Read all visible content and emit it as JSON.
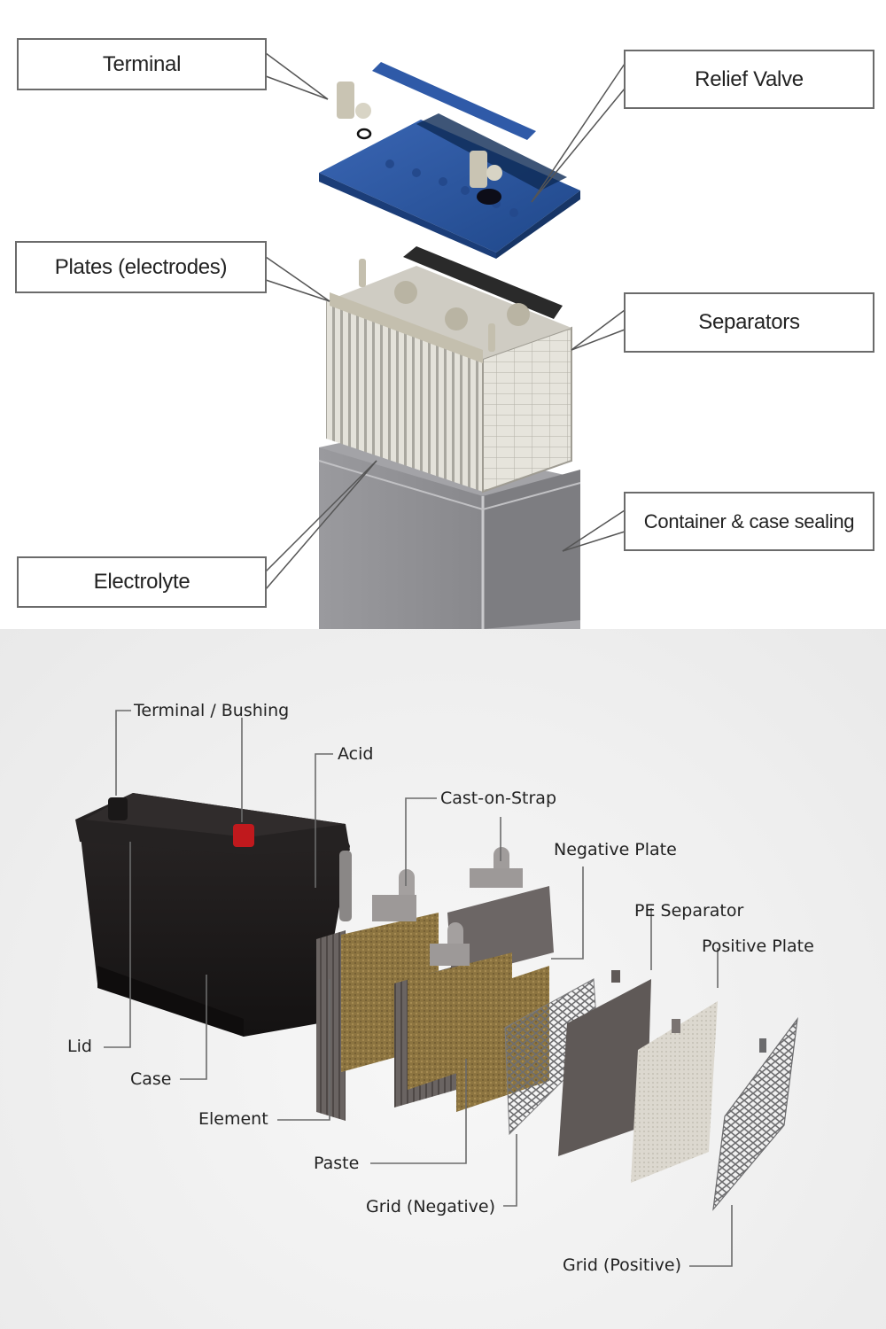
{
  "top_diagram": {
    "title": "Exploded view of battery (illustration)",
    "colors": {
      "lid": "#2b56a0",
      "plates": "#d9d7cf",
      "container": "#8a8a8e",
      "leader": "#555555"
    },
    "callouts": [
      {
        "id": "terminal",
        "label": "Terminal"
      },
      {
        "id": "relief-valve",
        "label": "Relief Valve"
      },
      {
        "id": "plates",
        "label": "Plates (electrodes)"
      },
      {
        "id": "separators",
        "label": "Separators"
      },
      {
        "id": "container",
        "label": "Container & case sealing"
      },
      {
        "id": "electrolyte",
        "label": "Electrolyte"
      }
    ]
  },
  "bottom_diagram": {
    "title": "Exploded view of lead-acid battery (render)",
    "colors": {
      "case": "#1c1a1a",
      "positive_terminal": "#c0191d",
      "paste": "#8c7440",
      "leader": "#6b6b6b"
    },
    "labels": [
      {
        "id": "terminal-bushing",
        "label": "Terminal / Bushing"
      },
      {
        "id": "acid",
        "label": "Acid"
      },
      {
        "id": "cast-on-strap",
        "label": "Cast-on-Strap"
      },
      {
        "id": "negative-plate",
        "label": "Negative Plate"
      },
      {
        "id": "pe-separator",
        "label": "PE Separator"
      },
      {
        "id": "positive-plate",
        "label": "Positive Plate"
      },
      {
        "id": "lid",
        "label": "Lid"
      },
      {
        "id": "case",
        "label": "Case"
      },
      {
        "id": "element",
        "label": "Element"
      },
      {
        "id": "paste",
        "label": "Paste"
      },
      {
        "id": "grid-negative",
        "label": "Grid (Negative)"
      },
      {
        "id": "grid-positive",
        "label": "Grid (Positive)"
      }
    ]
  }
}
